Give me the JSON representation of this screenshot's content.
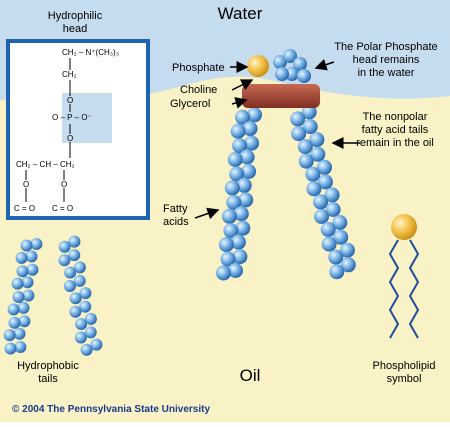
{
  "title": "Water",
  "medium_label": "Oil",
  "copyright": "© 2004   The Pennsylvania State University",
  "labels": {
    "hydrophilic_head": [
      "Hydrophilic",
      "head"
    ],
    "phosphate": "Phosphate",
    "choline": "Choline",
    "glycerol": "Glycerol",
    "polar_head_note": [
      "The Polar Phosphate",
      "head remains",
      "in the water"
    ],
    "nonpolar_tails_note": [
      "The nonpolar",
      "fatty acid tails",
      "remain in the oil"
    ],
    "fatty_acids": [
      "Fatty",
      "acids"
    ],
    "hydrophobic_tails": [
      "Hydrophobic",
      "tails"
    ],
    "phospholipid_symbol": [
      "Phospholipid",
      "symbol"
    ]
  },
  "formula": {
    "row1": "CH₂ – N⁺(CH₃)₃",
    "row2": "CH₂",
    "row3": "O",
    "row4": "O – P – O⁻",
    "row5": "O",
    "row6": "CH₂ – CH – CH₂",
    "row7a": "O",
    "row7b": "O",
    "row8a": "C = O",
    "row8b": "C = O"
  },
  "colors": {
    "water": "#c5dbee",
    "oil": "#f8f2c6",
    "frame": "#1f64b0",
    "bead": "#5aa0dc",
    "glycerol": "#a84a3a",
    "phosphate": "#f2b63a",
    "tail_line": "#1f4f9a"
  }
}
